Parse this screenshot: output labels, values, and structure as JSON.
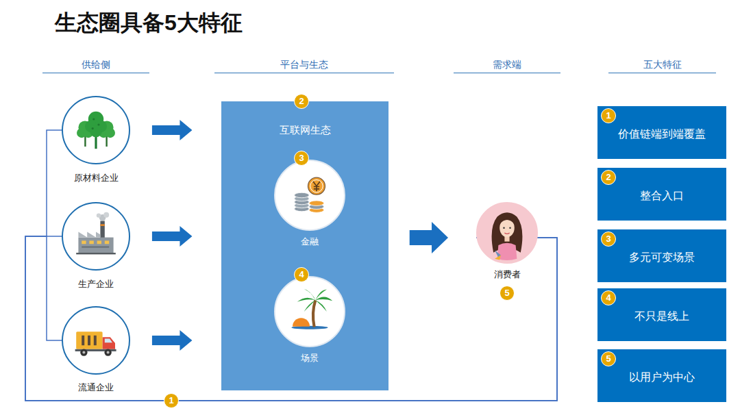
{
  "diagram": {
    "title": "生态圈具备5大特征",
    "nodes": [
      {
        "text": [
          "原材料企业"
        ]
      },
      {
        "text": [
          "生产企业"
        ]
      },
      {
        "text": [
          "流通企业"
        ]
      },
      {
        "text": [
          "2",
          "互联网生态"
        ]
      },
      {
        "text": [
          "3",
          "金融"
        ],
        "in": 3
      },
      {
        "text": [
          "4",
          "场景"
        ],
        "in": 3
      },
      {
        "text": [
          "消费者",
          "5"
        ]
      },
      {
        "text": [
          "1",
          "价值链端到端覆盖"
        ]
      },
      {
        "text": [
          "2",
          "整合入口"
        ]
      },
      {
        "text": [
          "3",
          "多元可变场景"
        ]
      },
      {
        "text": [
          "4",
          "不只是线上"
        ]
      },
      {
        "text": [
          "5",
          "以用户为中心"
        ]
      }
    ],
    "edges": [
      {
        "from": 0,
        "to": 3,
        "arrow": "to"
      },
      {
        "from": 1,
        "to": 3,
        "arrow": "to"
      },
      {
        "from": 2,
        "to": 3,
        "arrow": "to"
      },
      {
        "from": 3,
        "to": 6,
        "arrow": "to"
      },
      {
        "from": 0,
        "to": 6,
        "label": "1",
        "arrow": "to"
      },
      {
        "from": 1,
        "to": 6,
        "arrow": "to"
      },
      {
        "from": 2,
        "to": 6,
        "arrow": "to"
      }
    ],
    "labels": [
      "供给侧",
      "平台与生态",
      "需求端",
      "五大特征"
    ]
  }
}
